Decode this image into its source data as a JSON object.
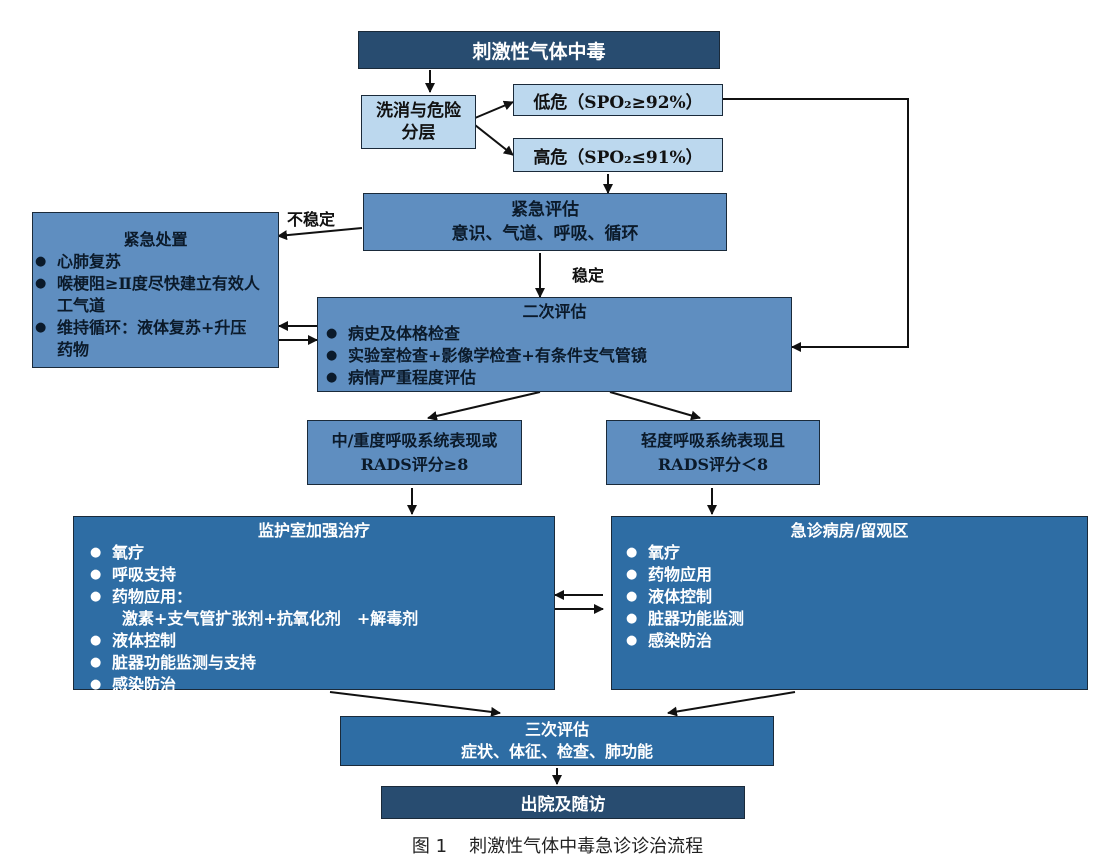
{
  "top": "刺激性气体中毒",
  "triage": "洗消与危险分层",
  "low_risk": "低危（SPO₂≥92%）",
  "high_risk": "高危（SPO₂≤91%）",
  "emergency_eval": {
    "title": "紧急评估",
    "body": "意识、气道、呼吸、循环"
  },
  "unstable": "不稳定",
  "stable": "稳定",
  "emergency_care": {
    "title": "紧急处置",
    "items": [
      "心肺复苏",
      "喉梗阻≥Ⅱ度尽快建立有效人工气道",
      "维持循环：液体复苏+升压药物"
    ]
  },
  "secondary_eval": {
    "title": "二次评估",
    "items": [
      "病史及体格检查",
      "实验室检查+影像学检查+有条件支气管镜",
      "病情严重程度评估"
    ]
  },
  "moderate_severe": "中/重度呼吸系统表现或RADS评分≥8",
  "mild": "轻度呼吸系统表现且RADS评分＜8",
  "icu": {
    "title": "监护室加强治疗",
    "items": [
      "氧疗",
      "呼吸支持",
      "药物应用：",
      "液体控制",
      "脏器功能监测与支持",
      "感染防治"
    ],
    "drug_line": "激素+支气管扩张剂+抗氧化剂　+解毒剂"
  },
  "ward": {
    "title": "急诊病房/留观区",
    "items": [
      "氧疗",
      "药物应用",
      "液体控制",
      "脏器功能监测",
      "感染防治"
    ]
  },
  "tertiary_eval": {
    "title": "三次评估",
    "body": "症状、体征、检查、肺功能"
  },
  "discharge": "出院及随访",
  "caption": {
    "number": "图 1",
    "text": "刺激性气体中毒急诊诊治流程"
  }
}
